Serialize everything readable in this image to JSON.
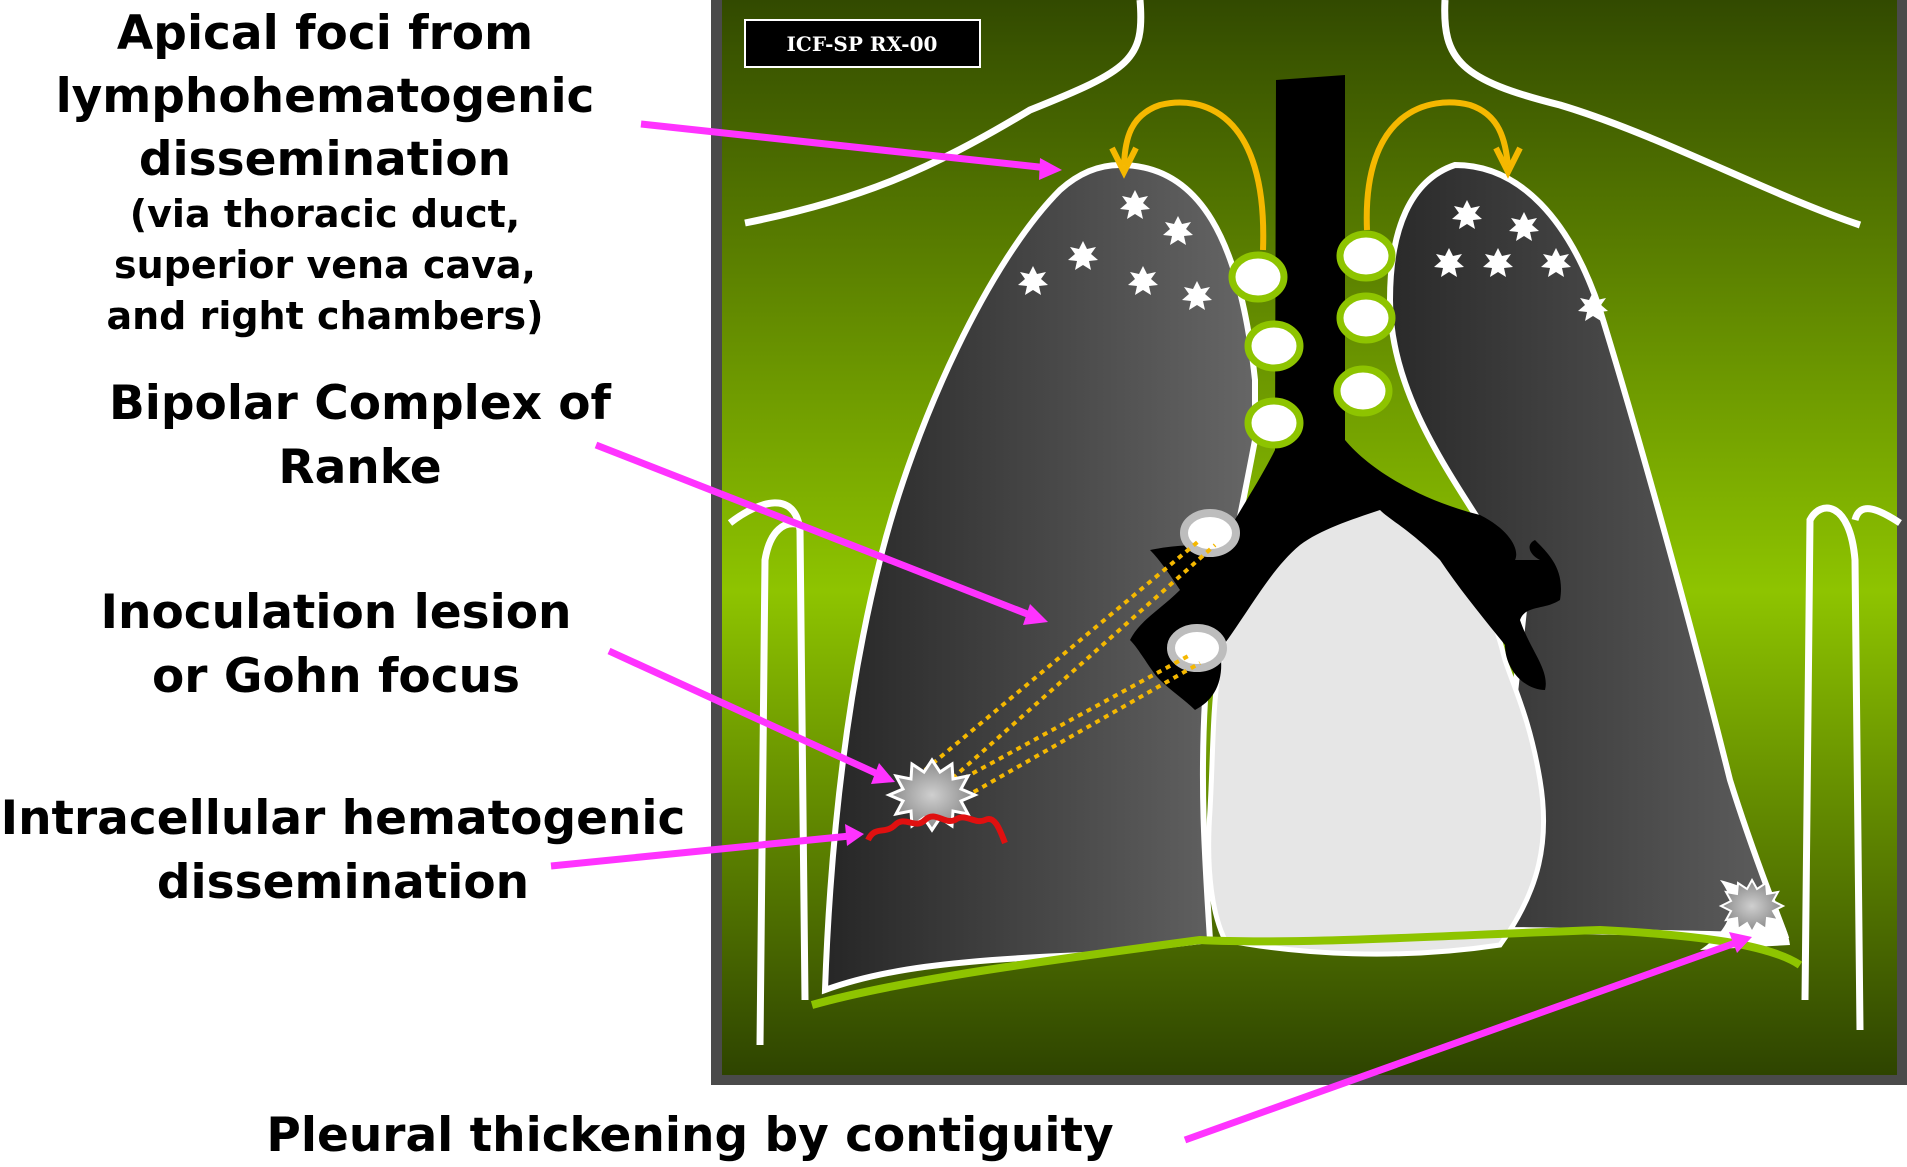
{
  "xray_tag": "ICF-SP  RX-00",
  "labels": {
    "apical": {
      "line1": "Apical foci from",
      "line2": "lymphohematogenic",
      "line3": "dissemination",
      "sub1": "(via thoracic duct,",
      "sub2": "superior vena cava,",
      "sub3": "and right chambers)"
    },
    "ranke": {
      "line1": "Bipolar Complex of",
      "line2": "Ranke"
    },
    "inoculation": {
      "line1": "Inoculation lesion",
      "line2": "or Gohn focus"
    },
    "intracellular": {
      "line1": "Intracellular hematogenic",
      "line2": "dissemination"
    },
    "pleural": {
      "line1": "Pleural thickening by contiguity"
    }
  },
  "colors": {
    "arrow": "#ff33ff",
    "green_light": "#8ec400",
    "green_dark": "#3c5a00",
    "lung": "#4a4a4a",
    "heart": "#e6e6e6",
    "trachea": "#000000",
    "lymph_path": "#f5b800",
    "dissemination": "#e01010"
  }
}
